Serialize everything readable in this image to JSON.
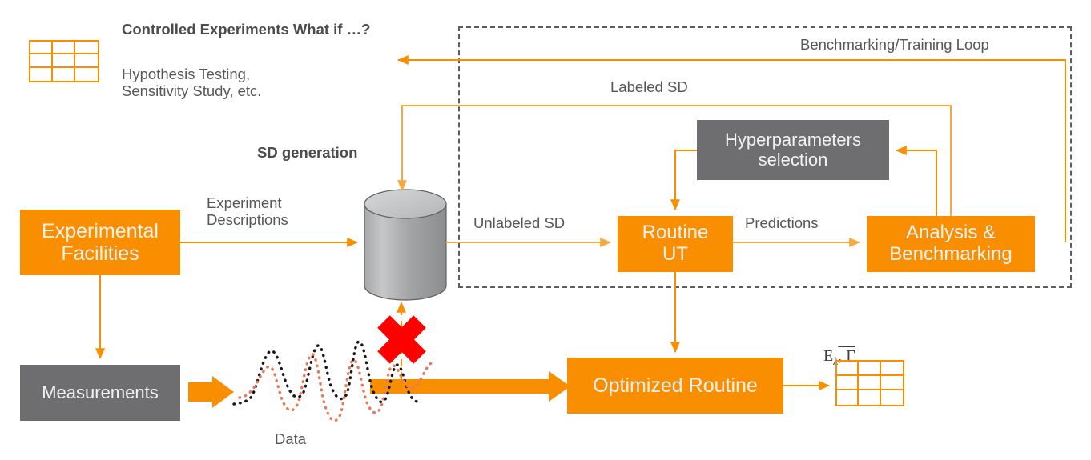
{
  "colors": {
    "orange": "#F98E00",
    "orange_light": "#F7A93F",
    "gray_box": "#6E6E70",
    "text_gray": "#555759",
    "dash_gray": "#5A5C5E",
    "red_x": "#FF0000",
    "wave_black": "#1A1A1A",
    "wave_salmon": "#E8795A",
    "cylinder_light": "#C9C9C9",
    "cylinder_dark": "#8F9092"
  },
  "annotations": {
    "controlled_experiments_title": "Controlled Experiments What if …?",
    "controlled_experiments_body": "Hypothesis Testing,\nSensitivity Study, etc.",
    "sd_generation": "SD generation",
    "experiment_descriptions": "Experiment\nDescriptions",
    "unlabeled_sd": "Unlabeled SD",
    "predictions": "Predictions",
    "labeled_sd": "Labeled SD",
    "benchmarking_training_loop": "Benchmarking/Training Loop",
    "data": "Data",
    "output_symbols": "E",
    "output_symbols_sub": "λ",
    "output_symbols_rest": ", Γ"
  },
  "boxes": {
    "experimental_facilities": "Experimental\nFacilities",
    "measurements": "Measurements",
    "routine_ut": "Routine\nUT",
    "analysis_benchmarking": "Analysis &\nBenchmarking",
    "hyperparameters_selection": "Hyperparameters\nselection",
    "optimized_routine": "Optimized Routine"
  },
  "icons": {
    "database_cylinder": "database-cylinder-icon",
    "table_grid_top": "table-grid-icon",
    "table_grid_output": "table-grid-icon",
    "red_cross": "red-x-icon",
    "waveform": "waveform-icon"
  }
}
